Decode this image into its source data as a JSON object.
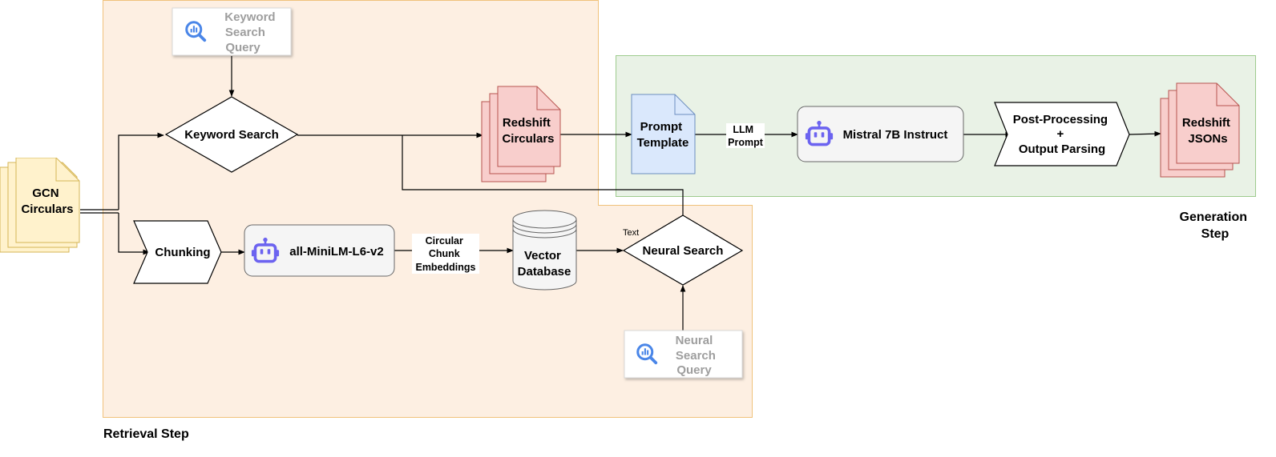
{
  "regions": {
    "retrieval_label": "Retrieval Step",
    "generation_label_line1": "Generation",
    "generation_label_line2": "Step"
  },
  "nodes": {
    "gcn_circulars": [
      "GCN",
      "Circulars"
    ],
    "keyword_search_query": [
      "Keyword",
      "Search",
      "Query"
    ],
    "keyword_search": "Keyword Search",
    "redshift_circulars": [
      "Redshift",
      "Circulars"
    ],
    "chunking": "Chunking",
    "minilm_model": "all-MiniLM-L6-v2",
    "vector_database": [
      "Vector",
      "Database"
    ],
    "neural_search": "Neural Search",
    "neural_search_query": [
      "Neural",
      "Search",
      "Query"
    ],
    "prompt_template": [
      "Prompt",
      "Template"
    ],
    "mistral_model": "Mistral 7B Instruct",
    "post_processing": [
      "Post-Processing",
      "+",
      "Output Parsing"
    ],
    "redshift_jsons": [
      "Redshift",
      "JSONs"
    ]
  },
  "edge_labels": {
    "embeddings": [
      "Circular",
      "Chunk",
      "Embeddings"
    ],
    "llm_prompt": [
      "LLM",
      "Prompt"
    ],
    "text": "Text"
  },
  "colors": {
    "retrieval_fill": "#fdefe2",
    "retrieval_stroke": "#f0c27b",
    "generation_fill": "#e9f2e6",
    "generation_stroke": "#9ecb8e",
    "doc_yellow_fill": "#fff2cc",
    "doc_yellow_stroke": "#d6b656",
    "doc_red_fill": "#f8cecc",
    "doc_red_stroke": "#b85450",
    "doc_blue_fill": "#dae8fc",
    "doc_blue_stroke": "#6c8ebf",
    "robot_icon": "#6c63f0",
    "search_icon": "#4a86e8"
  }
}
